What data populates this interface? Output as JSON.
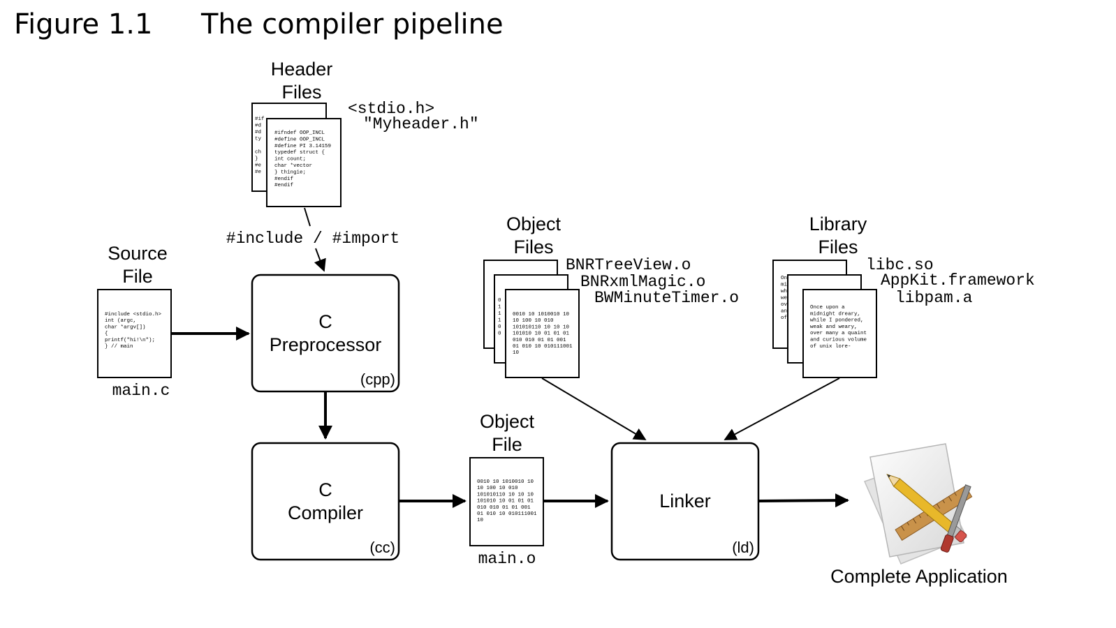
{
  "figure": {
    "number": "Figure 1.1",
    "title": "The compiler pipeline"
  },
  "header_files": {
    "label_line1": "Header",
    "label_line2": "Files",
    "names": [
      "<stdio.h>",
      "\"Myheader.h\""
    ],
    "code_lines": [
      "#ifndef OOP_INCL",
      "#define OOP_INCL",
      "#define PI 3.14159",
      "typedef struct {",
      "    int count;",
      "char *vector",
      "} thingie;",
      "#endif",
      "#endif"
    ],
    "back_code_lines": [
      "#if",
      "#d",
      "#d",
      "ty",
      "",
      "ch",
      "}",
      "#e",
      "#e"
    ]
  },
  "include_label": "#include / #import",
  "source_file": {
    "label_line1": "Source",
    "label_line2": "File",
    "filename": "main.c",
    "code_lines": [
      "#include <stdio.h>",
      "int (argc,",
      "    char *argv[])",
      "{",
      "    printf(\"hi!\\n\");",
      "} // main"
    ]
  },
  "preprocessor": {
    "line1": "C",
    "line2": "Preprocessor",
    "tag": "(cpp)"
  },
  "compiler": {
    "line1": "C",
    "line2": "Compiler",
    "tag": "(cc)"
  },
  "object_file": {
    "label_line1": "Object",
    "label_line2": "File",
    "filename": "main.o",
    "bits_lines": [
      "0010 10 1010010 10",
      "10 100 10 010",
      "101010110 10 10 10",
      "101010 10 01 01 01",
      "010 010 01 01 001",
      "01 010 10 010111001",
      "10"
    ]
  },
  "object_files": {
    "label_line1": "Object",
    "label_line2": "Files",
    "names": [
      "BNRTreeView.o",
      "BNRxmlMagic.o",
      "BWMinuteTimer.o"
    ],
    "bits_lines": [
      "0010 10 1010010 10",
      "10 100 10 010",
      "101010110 10 10 10",
      "101010 10 01 01 01",
      "010 010 01 01 001",
      "01 010 10 010111001",
      "10"
    ],
    "back_lines": [
      "0",
      "1",
      "1",
      "1",
      "0",
      "0"
    ]
  },
  "library_files": {
    "label_line1": "Library",
    "label_line2": "Files",
    "names": [
      "libc.so",
      "AppKit.framework",
      "libpam.a"
    ],
    "text_lines": [
      "Once upon a",
      "midnight dreary,",
      "while I pondered,",
      "weak and weary,",
      "over many a quaint",
      "and curious volume",
      "of unix lore-"
    ],
    "back_lines": [
      "On",
      "mi",
      "wh",
      "we",
      "ov",
      "an",
      "of"
    ]
  },
  "linker": {
    "line1": "Linker",
    "tag": "(ld)"
  },
  "output": {
    "label": "Complete Application",
    "icon": "xcode-app-icon"
  },
  "colors": {
    "stroke": "#000000",
    "background": "#ffffff",
    "pencil": "#e8b82a",
    "ruler": "#c9924a",
    "paper": "#f0f0f0"
  }
}
